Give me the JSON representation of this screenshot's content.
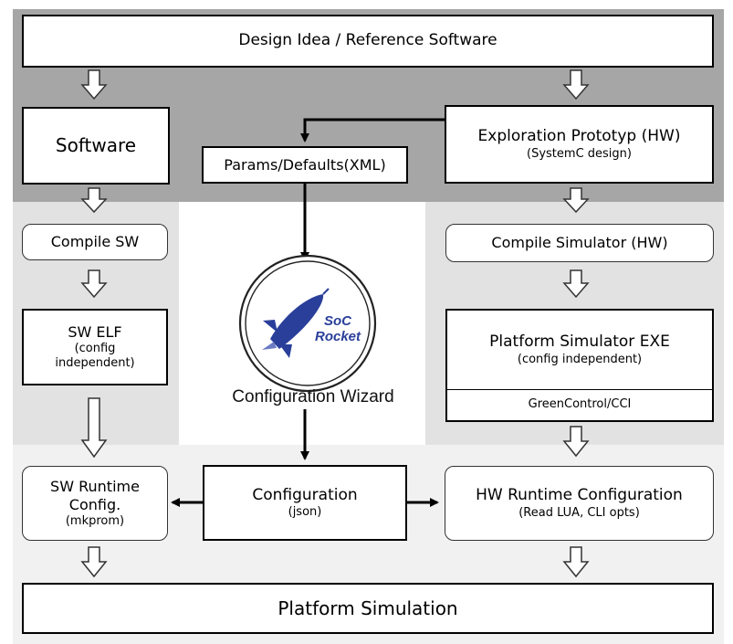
{
  "top": {
    "label": "Design Idea / Reference Software"
  },
  "software": {
    "label": "Software"
  },
  "params": {
    "label": "Params/Defaults(XML)"
  },
  "exploration": {
    "title": "Exploration Prototyp (HW)",
    "subtitle": "(SystemC design)"
  },
  "compile_sw": {
    "label": "Compile SW"
  },
  "compile_sim": {
    "label": "Compile Simulator (HW)"
  },
  "sw_elf": {
    "title": "SW ELF",
    "line2": "(config",
    "line3": "independent)"
  },
  "platform_sim_exe": {
    "title": "Platform Simulator EXE",
    "subtitle": "(config independent)",
    "footer": "GreenControl/CCI"
  },
  "wizard": {
    "logo_line1": "SoC",
    "logo_line2": "Rocket",
    "label": "Configuration Wizard"
  },
  "sw_runtime": {
    "line1": "SW Runtime",
    "line2": "Config.",
    "line3": "(mkprom)"
  },
  "configuration": {
    "title": "Configuration",
    "subtitle": "(json)"
  },
  "hw_runtime": {
    "title": "HW Runtime Configuration",
    "subtitle": "(Read LUA, CLI opts)"
  },
  "bottom": {
    "label": "Platform Simulation"
  },
  "colors": {
    "band_dark": "#a6a6a6",
    "band_light": "#e2e2e2",
    "band_lightest": "#f1f1f1",
    "logo_blue": "#2a3f9a"
  }
}
